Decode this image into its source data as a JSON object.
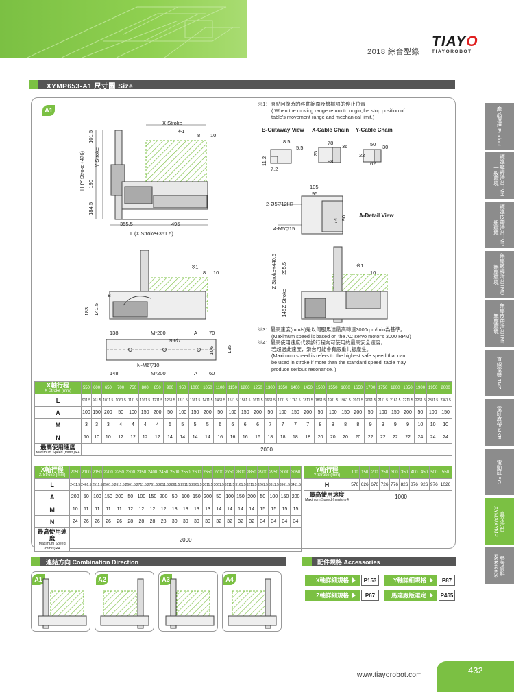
{
  "header": {
    "catalog_year": "2018 綜合型錄",
    "logo_main_a": "TIAY",
    "logo_main_b": "O",
    "logo_sub": "TIAYOROBOT"
  },
  "section_title": "XYMP653-A1 尺寸圖 Size",
  "sidebar": {
    "items": [
      {
        "label": "產品選擇 Product"
      },
      {
        "label": "標準螺桿滑台TMH 一般環境"
      },
      {
        "label": "標準皮帶滑台TMP 一般環境"
      },
      {
        "label": "無塵螺桿滑台TMD 無塵環境"
      },
      {
        "label": "無塵皮帶滑台TMF 無塵環境"
      },
      {
        "label": "直線電機 TMZ"
      },
      {
        "label": "電缸皮帶 MKR"
      },
      {
        "label": "電動缸 EC"
      },
      {
        "label": "直交滑台 XYMA/XYMP"
      },
      {
        "label": "參考資料 Reference"
      }
    ],
    "active_index": 8
  },
  "drawing": {
    "badge": "A1",
    "note1_cn": "※1：原點回復時的移動範圍及機械限的停止位置",
    "note1_en1": "( When the moving range return to origin,the stop position of",
    "note1_en2": "table's movement range and mechanical limit.)",
    "cutaway_labels": [
      "B-Cutaway View",
      "X-Cable Chain",
      "Y-Cable Chain"
    ],
    "detail_view": "A-Detail View",
    "x_stroke": "X Stroke",
    "y_stroke": "Y Stroke",
    "z_stroke": "Z Stroke",
    "z_stroke_total": "Z Stroke+440.5",
    "h_label": "H (Y Stroke+476)",
    "l_label": "L (X Stroke+361.5)",
    "mark1": "※1",
    "dims": {
      "d8": "8",
      "d10": "10",
      "d101_5": "101.5",
      "d190": "190",
      "d184_5": "184.5",
      "d355_5": "355.5",
      "d495": "495",
      "d141_5": "141.5",
      "d183": "183",
      "d295_5": "295.5",
      "d145": "145",
      "d138": "138",
      "d70": "70",
      "d148": "148",
      "d60": "60",
      "d106": "106",
      "d135": "135",
      "m200a": "M*200",
      "m200b": "M*200",
      "a_a": "A",
      "a_b": "A",
      "b_mark": "B",
      "n07": "N-Ø7",
      "nm6": "N-M6▽10",
      "d8_5": "8.5",
      "d5_5": "5.5",
      "d11_2": "11.2",
      "d7_2": "7.2",
      "d78": "78",
      "d36": "36",
      "d25": "25",
      "d98": "98",
      "d50": "50",
      "d30": "30",
      "d22": "22",
      "d62": "62",
      "d105": "105",
      "d95": "95",
      "d74": "74",
      "d90": "90",
      "hole1": "2-Ø5▽12H7",
      "hole2": "4-M5▽15"
    },
    "note3_cn": "※3：最高速度(mm/s)是以伺服馬達最高轉速3000rpm/min為基準。",
    "note3_en": "(Maximum speed is based on the AC servo motor's 3000 RPM)",
    "note4_cn1": "※4：最高使用速度代表該行程內可使用的最高安全速度，",
    "note4_cn2": "若超過此速度，滑台可能會有嚴重共振產生。",
    "note4_en1": "(Maximum speed is refers to the highest safe speed that  can",
    "note4_en2": "be used in stroke,if more than the standard speed, table may",
    "note4_en3": "produce serious resonance. )"
  },
  "table1": {
    "head_cn": "X軸行程",
    "head_en": "X Stroke (mm)",
    "strokes": [
      "550",
      "600",
      "650",
      "700",
      "750",
      "800",
      "850",
      "900",
      "950",
      "1000",
      "1050",
      "1100",
      "1150",
      "1200",
      "1250",
      "1300",
      "1350",
      "1400",
      "1450",
      "1500",
      "1550",
      "1600",
      "1650",
      "1700",
      "1750",
      "1800",
      "1850",
      "1900",
      "1950",
      "2000"
    ],
    "rows": [
      {
        "label": "L",
        "values": [
          "911.5",
          "961.5",
          "1011.5",
          "1061.5",
          "1111.5",
          "1161.5",
          "1211.5",
          "1261.5",
          "1311.5",
          "1361.5",
          "1411.5",
          "1461.5",
          "1511.5",
          "1561.5",
          "1611.5",
          "1661.5",
          "1711.5",
          "1761.5",
          "1811.5",
          "1861.5",
          "1911.5",
          "1961.5",
          "2011.5",
          "2061.5",
          "2111.5",
          "2161.5",
          "2211.5",
          "2261.5",
          "2311.5",
          "2361.5"
        ]
      },
      {
        "label": "A",
        "values": [
          "100",
          "150",
          "200",
          "50",
          "100",
          "150",
          "200",
          "50",
          "100",
          "150",
          "200",
          "50",
          "100",
          "150",
          "200",
          "50",
          "100",
          "150",
          "200",
          "50",
          "100",
          "150",
          "200",
          "50",
          "100",
          "150",
          "200",
          "50",
          "100",
          "150"
        ]
      },
      {
        "label": "M",
        "values": [
          "3",
          "3",
          "3",
          "4",
          "4",
          "4",
          "4",
          "5",
          "5",
          "5",
          "5",
          "6",
          "6",
          "6",
          "6",
          "7",
          "7",
          "7",
          "7",
          "8",
          "8",
          "8",
          "8",
          "9",
          "9",
          "9",
          "9",
          "10",
          "10",
          "10"
        ]
      },
      {
        "label": "N",
        "values": [
          "10",
          "10",
          "10",
          "12",
          "12",
          "12",
          "12",
          "14",
          "14",
          "14",
          "14",
          "16",
          "16",
          "16",
          "16",
          "18",
          "18",
          "18",
          "18",
          "20",
          "20",
          "20",
          "20",
          "22",
          "22",
          "22",
          "22",
          "24",
          "24",
          "24"
        ]
      }
    ],
    "speed_label_cn": "最高使用速度",
    "speed_label_en": "Maximum Speed (mm/s)※4",
    "speed_value": "2000"
  },
  "table2": {
    "head_cn": "X軸行程",
    "head_en": "X Stroke (mm)",
    "strokes": [
      "2050",
      "2100",
      "2150",
      "2200",
      "2250",
      "2300",
      "2350",
      "2400",
      "2450",
      "2500",
      "2550",
      "2600",
      "2650",
      "2700",
      "2750",
      "2800",
      "2850",
      "2900",
      "2950",
      "3000",
      "3050"
    ],
    "rows": [
      {
        "label": "L",
        "values": [
          "2411.5",
          "2461.5",
          "2511.5",
          "2561.5",
          "2611.5",
          "2661.5",
          "2711.5",
          "2761.5",
          "2811.5",
          "2861.5",
          "2911.5",
          "2961.5",
          "3011.5",
          "3061.5",
          "3111.5",
          "3161.5",
          "3211.5",
          "3261.5",
          "3311.5",
          "3361.5",
          "3411.5"
        ]
      },
      {
        "label": "A",
        "values": [
          "200",
          "50",
          "100",
          "150",
          "200",
          "50",
          "100",
          "150",
          "200",
          "50",
          "100",
          "150",
          "200",
          "50",
          "100",
          "150",
          "200",
          "50",
          "100",
          "150",
          "200"
        ]
      },
      {
        "label": "M",
        "values": [
          "10",
          "11",
          "11",
          "11",
          "11",
          "12",
          "12",
          "12",
          "12",
          "13",
          "13",
          "13",
          "13",
          "14",
          "14",
          "14",
          "14",
          "15",
          "15",
          "15",
          "15"
        ]
      },
      {
        "label": "N",
        "values": [
          "24",
          "26",
          "26",
          "26",
          "26",
          "28",
          "28",
          "28",
          "28",
          "30",
          "30",
          "30",
          "30",
          "32",
          "32",
          "32",
          "32",
          "34",
          "34",
          "34",
          "34"
        ]
      }
    ],
    "speed_label_cn": "最高使用速度",
    "speed_label_en": "Maximum Speed (mm/s)※4",
    "speed_value": "2000"
  },
  "table3": {
    "head_cn": "Y軸行程",
    "head_en": "Y Stroke (mm)",
    "strokes": [
      "100",
      "150",
      "200",
      "250",
      "300",
      "350",
      "400",
      "450",
      "500",
      "550"
    ],
    "row_label": "H",
    "row_values": [
      "576",
      "626",
      "676",
      "726",
      "776",
      "826",
      "876",
      "926",
      "976",
      "1026"
    ],
    "speed_label_cn": "最高使用速度",
    "speed_label_en": "Maximum Speed (mm/s)※4",
    "speed_value": "1000"
  },
  "combination": {
    "title": "連結方向  Combination Direction",
    "badges": [
      "A1",
      "A2",
      "A3",
      "A4"
    ]
  },
  "accessories": {
    "title": "配件規格 Accessories",
    "buttons": [
      {
        "label": "X軸詳細規格",
        "ref": "P153"
      },
      {
        "label": "Y軸詳細規格",
        "ref": "P87"
      },
      {
        "label": "Z軸詳細規格",
        "ref": "P67"
      },
      {
        "label": "馬達廠版選定",
        "ref": "P465"
      }
    ]
  },
  "footer": {
    "website": "www.tiayorobot.com",
    "page_number": "432"
  }
}
